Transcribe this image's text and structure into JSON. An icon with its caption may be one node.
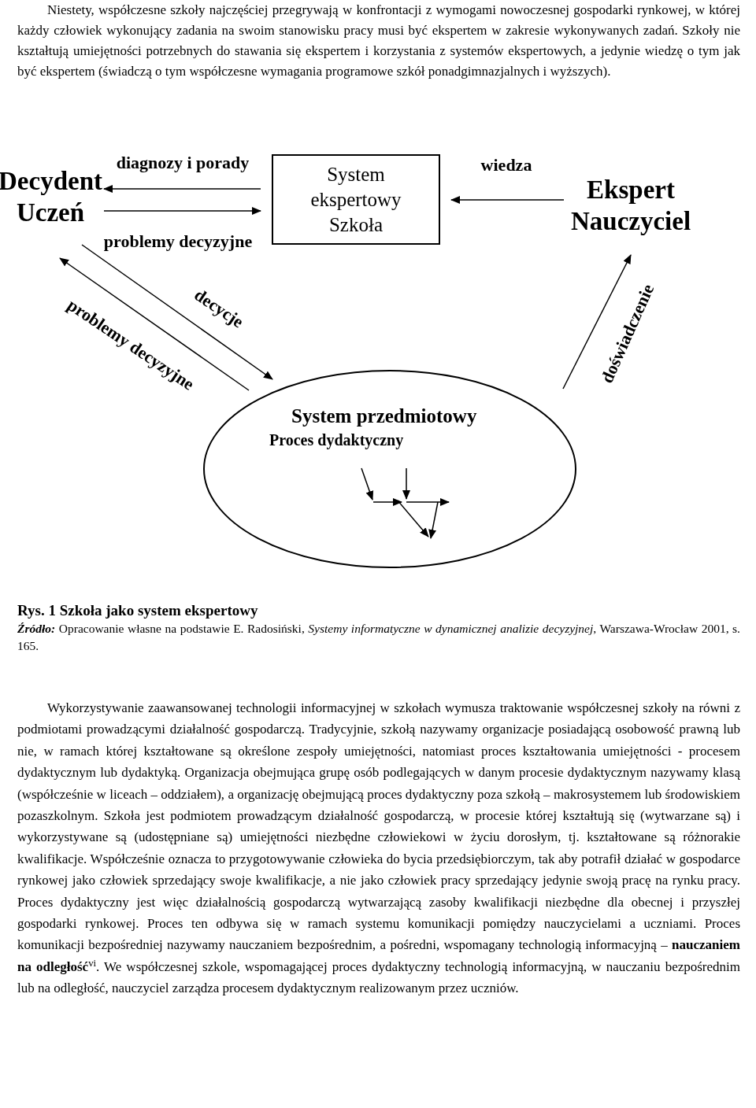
{
  "diagram": {
    "caption": "Rys. 1 Szkoła jako system ekspertowy",
    "nodes": [
      {
        "text": [
          "Decydent Uczeń"
        ]
      },
      {
        "text": [
          "System ekspertowy Szkoła"
        ]
      },
      {
        "text": [
          "Ekspert Nauczyciel"
        ]
      },
      {
        "text": [
          "System przedmiotowy",
          "Proces dydaktyczny"
        ]
      }
    ],
    "edges": [
      {
        "from": 1,
        "to": 0,
        "arrow": "to",
        "label": "diagnozy i porady"
      },
      {
        "from": 0,
        "to": 1,
        "arrow": "to",
        "label": "problemy decyzyjne"
      },
      {
        "from": 2,
        "to": 1,
        "arrow": "to",
        "label": "wiedza"
      },
      {
        "from": 3,
        "to": 0,
        "arrow": "to",
        "label": "problemy decyzyjne"
      },
      {
        "from": 0,
        "to": 3,
        "arrow": "to",
        "label": "decycje"
      },
      {
        "from": 3,
        "to": 2,
        "arrow": "to",
        "label": "doświadczenie"
      }
    ],
    "labels": [
      "Niestety, współczesne szkoły najczęściej przegrywają w konfrontacji z wymogami nowoczesnej gospodarki rynkowej, w której każdy człowiek wykonujący zadania na swoim stanowisku pracy musi być ekspertem w zakresie wykonywanych zadań. Szkoły nie kształtują umiejętności potrzebnych do stawania się ekspertem i korzystania z systemów ekspertowych, a jedynie wiedzę o tym jak być ekspertem (świadczą o tym współczesne wymagania programowe szkół ponadgimnazjalnych i wyższych).",
      "**Źródło:** Opracowanie własne na podstawie E. Radosiński, *Systemy informatyczne w dynamicznej analizie decyzyjnej*, Warszawa-Wrocław 2001, s. 165.",
      "Wykorzystywanie zaawansowanej technologii informacyjnej w szkołach wymusza traktowanie współczesnej szkoły na równi z podmiotami prowadzącymi działalność gospodarczą. Tradycyjnie, szkołą nazywamy organizacje posiadającą osobowość prawną lub nie, w ramach której kształtowane są określone zespoły umiejętności, natomiast proces kształtowania umiejętności - procesem dydaktycznym lub dydaktyką. Organizacja obejmująca grupę osób podlegających w danym procesie dydaktycznym nazywamy klasą (współcześnie w liceach – oddziałem), a organizację obejmującą proces dydaktyczny poza szkołą – makrosystemem lub środowiskiem pozaszkolnym. Szkoła jest podmiotem prowadzącym działalność gospodarczą, w procesie której kształtują się (wytwarzane są) i wykorzystywane są (udostępniane są) umiejętności niezbędne człowiekowi w życiu dorosłym, tj. kształtowane są różnorakie kwalifikacje. Współcześnie oznacza to przygotowywanie człowieka do bycia przedsiębiorczym, tak aby potrafił działać w gospodarce rynkowej jako człowiek sprzedający swoje kwalifikacje, a nie jako człowiek pracy sprzedający jedynie swoją pracę na rynku pracy. Proces dydaktyczny jest więc działalnością gospodarczą wytwarzającą zasoby kwalifikacji niezbędne dla obecnej i przyszłej gospodarki rynkowej. Proces ten odbywa się w ramach systemu komunikacji pomiędzy nauczycielami a uczniami. Proces komunikacji bezpośredniej nazywamy nauczaniem bezpośrednim, a pośredni, wspomagany technologią informacyjną – **nauczaniem na odległość**$^{vi}$. We współczesnej szkole, wspomagającej proces dydaktyczny technologią informacyjną, w nauczaniu bezpośrednim lub na odległość, nauczyciel zarządza procesem dydaktycznym realizowanym przez uczniów."
    ]
  }
}
